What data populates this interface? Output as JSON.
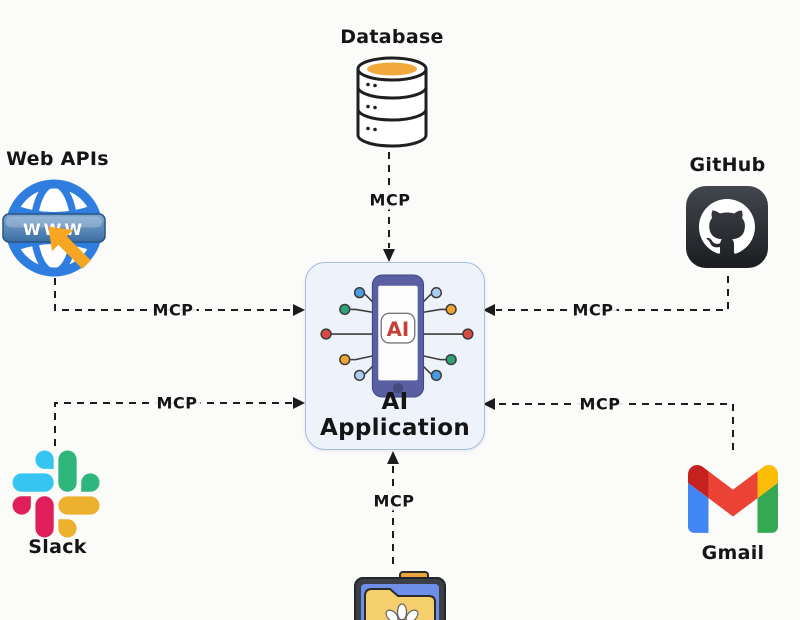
{
  "center_node": {
    "label": "AI Application",
    "badge": "AI"
  },
  "nodes": [
    {
      "id": "database",
      "label": "Database"
    },
    {
      "id": "web-apis",
      "label": "Web APIs",
      "banner_text": "WWW"
    },
    {
      "id": "github",
      "label": "GitHub"
    },
    {
      "id": "slack",
      "label": "Slack"
    },
    {
      "id": "gmail",
      "label": "Gmail"
    },
    {
      "id": "file-folder",
      "label": ""
    }
  ],
  "connections": [
    {
      "from": "Database",
      "to": "AI Application",
      "protocol": "MCP"
    },
    {
      "from": "Web APIs",
      "to": "AI Application",
      "protocol": "MCP"
    },
    {
      "from": "GitHub",
      "to": "AI Application",
      "protocol": "MCP"
    },
    {
      "from": "Slack",
      "to": "AI Application",
      "protocol": "MCP"
    },
    {
      "from": "Gmail",
      "to": "AI Application",
      "protocol": "MCP"
    },
    {
      "from": "File Folder",
      "to": "AI Application",
      "protocol": "MCP"
    }
  ],
  "colors": {
    "background": "#fbfbfa",
    "line": "#1c1c1c",
    "center_box_bg": "#edf2fb",
    "center_box_border": "#a6bedf",
    "phone_body": "#5a5ea3",
    "ai_text": "#c2413b",
    "database_accent": "#f2a93b",
    "globe_blue": "#2e7ddf",
    "banner_blue": "#3c6ea3",
    "cursor_orange": "#f6a623",
    "github_dark": "#24272b",
    "slack_blue": "#36C5F0",
    "slack_green": "#2EB67D",
    "slack_red": "#E01E5A",
    "slack_yellow": "#ECB22E",
    "gmail_red": "#EA4335",
    "gmail_blue": "#4285F4",
    "gmail_yellow": "#FBBC04",
    "gmail_green": "#34A853",
    "dot_blue": "#4a9be0",
    "dot_green": "#2fa378",
    "dot_red": "#d9493f",
    "dot_orange": "#f0a32f",
    "dot_lightblue": "#aecdf2",
    "folder_yellow": "#f6cf6d"
  }
}
